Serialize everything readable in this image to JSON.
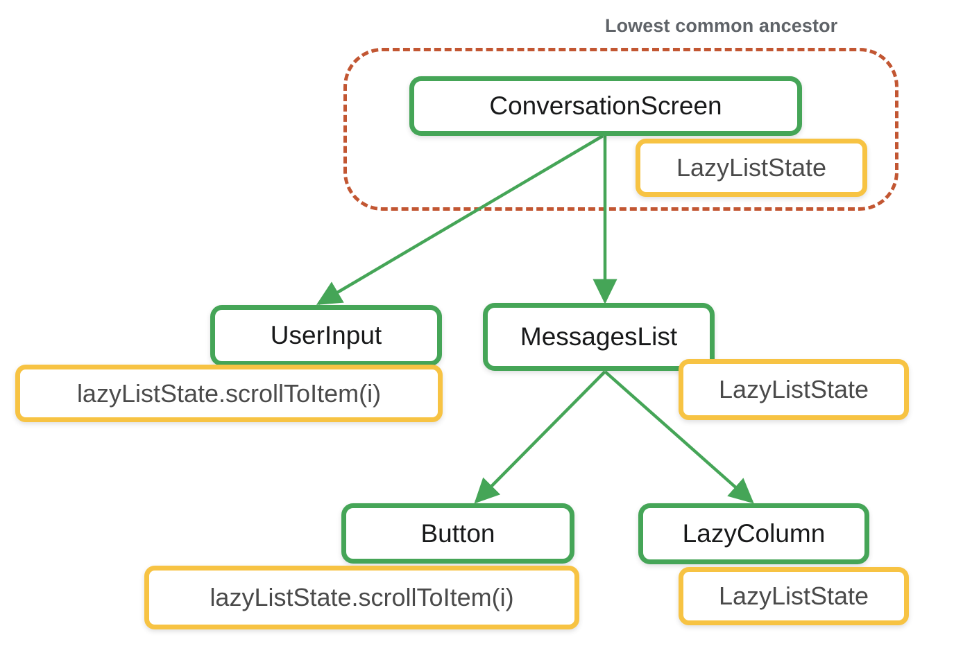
{
  "diagram": {
    "title": "Lowest common ancestor",
    "colors": {
      "group_border": "#c25632",
      "composable_border": "#45a557",
      "state_border": "#f7c343",
      "arrow": "#45a557",
      "title_text": "#5f6368",
      "composable_text": "#18191a",
      "state_text": "#4a4a4a",
      "background": "#ffffff"
    },
    "nodes": [
      {
        "id": "conversation-screen",
        "label": "ConversationScreen",
        "kind": "composable"
      },
      {
        "id": "lazy-list-state-root",
        "label": "LazyListState",
        "kind": "state"
      },
      {
        "id": "user-input",
        "label": "UserInput",
        "kind": "composable"
      },
      {
        "id": "scroll-to-item-user-input",
        "label": "lazyListState.scrollToItem(i)",
        "kind": "state"
      },
      {
        "id": "messages-list",
        "label": "MessagesList",
        "kind": "composable"
      },
      {
        "id": "lazy-list-state-messages",
        "label": "LazyListState",
        "kind": "state"
      },
      {
        "id": "button",
        "label": "Button",
        "kind": "composable"
      },
      {
        "id": "scroll-to-item-button",
        "label": "lazyListState.scrollToItem(i)",
        "kind": "state"
      },
      {
        "id": "lazy-column",
        "label": "LazyColumn",
        "kind": "composable"
      },
      {
        "id": "lazy-list-state-lazy-column",
        "label": "LazyListState",
        "kind": "state"
      }
    ],
    "edges": [
      {
        "from": "conversation-screen",
        "to": "user-input"
      },
      {
        "from": "conversation-screen",
        "to": "messages-list"
      },
      {
        "from": "messages-list",
        "to": "button"
      },
      {
        "from": "messages-list",
        "to": "lazy-column"
      }
    ],
    "group": {
      "label": "Lowest common ancestor",
      "members": [
        "conversation-screen",
        "lazy-list-state-root"
      ]
    }
  }
}
